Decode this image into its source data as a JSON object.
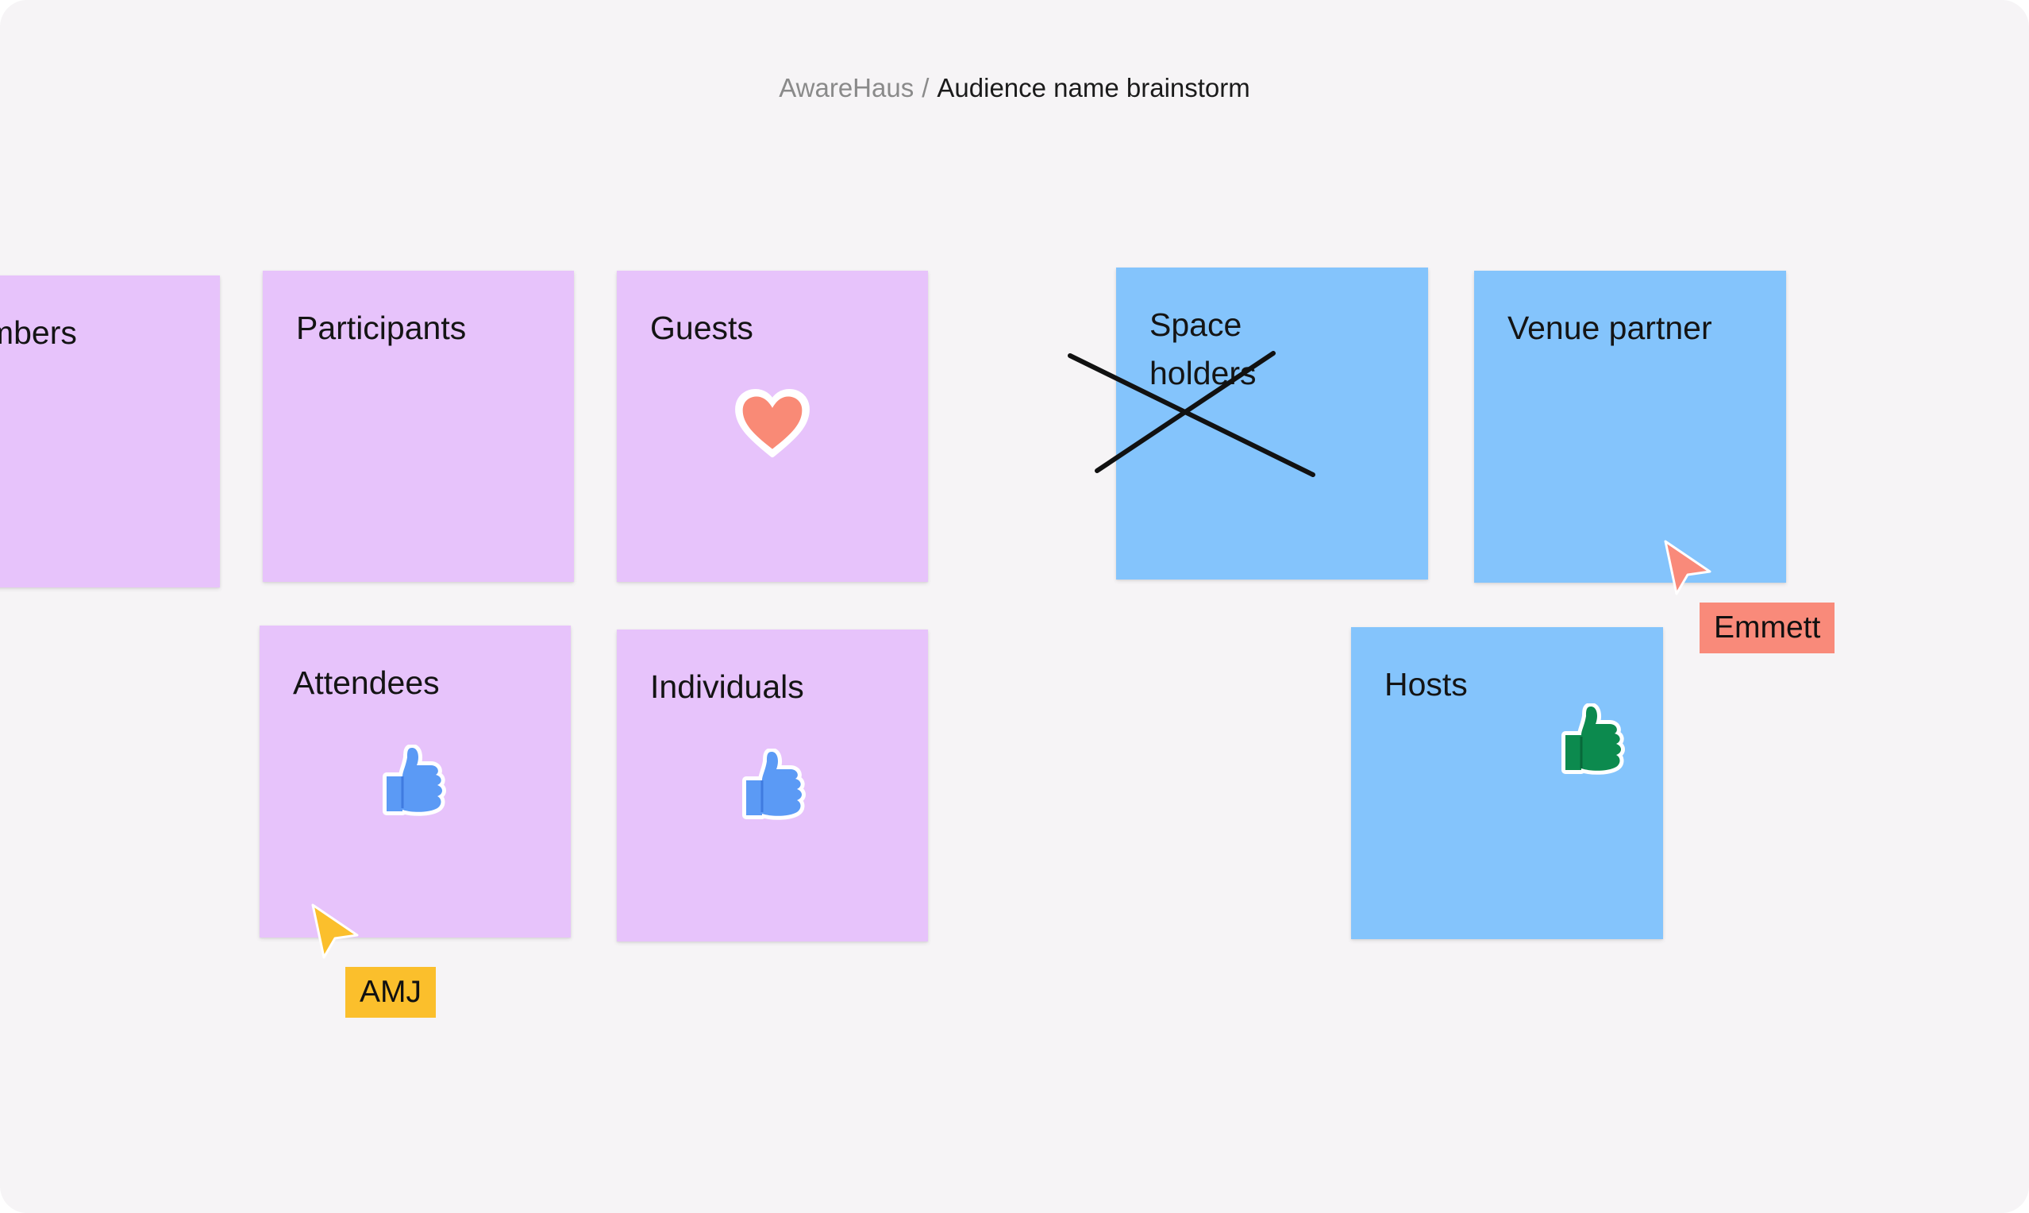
{
  "breadcrumb": {
    "workspace": "AwareHaus",
    "separator": "/",
    "board_title": "Audience name brainstorm"
  },
  "stickies": {
    "members": {
      "label": "Members",
      "color": "purple"
    },
    "participants": {
      "label": "Participants",
      "color": "purple"
    },
    "guests": {
      "label": "Guests",
      "color": "purple",
      "sticker": "heart-icon"
    },
    "space_holders": {
      "label": "Space holders",
      "color": "blue",
      "crossed_out": true
    },
    "venue_partner": {
      "label": "Venue partner",
      "color": "blue"
    },
    "attendees": {
      "label": "Attendees",
      "color": "purple",
      "sticker": "thumbs-down-icon"
    },
    "individuals": {
      "label": "Individuals",
      "color": "purple",
      "sticker": "thumbs-down-icon"
    },
    "hosts": {
      "label": "Hosts",
      "color": "blue",
      "sticker": "thumbs-up-icon"
    }
  },
  "cursors": {
    "emmett": {
      "name": "Emmett",
      "color": "#f98a7a"
    },
    "amj": {
      "name": "AMJ",
      "color": "#fbbf2c"
    }
  },
  "colors": {
    "canvas": "#f6f4f6",
    "sticky_purple": "#e7c3fb",
    "sticky_blue": "#84c4fc",
    "heart": "#f98a76",
    "thumbs_down": "#5b9af5",
    "thumbs_up": "#0c8a4e"
  }
}
